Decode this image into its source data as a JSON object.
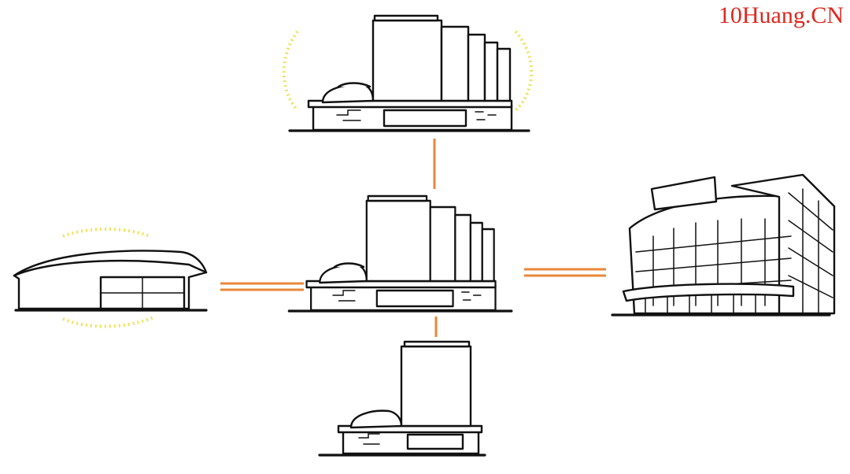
{
  "watermark": {
    "text": "10Huang.CN",
    "color": "#e0261e"
  },
  "colors": {
    "connector": "#e8883a",
    "glow": "#f1e25a",
    "ink": "#111111"
  },
  "nodes": [
    {
      "id": "factory-top",
      "icon": "factory-icon",
      "glow": true
    },
    {
      "id": "factory-center",
      "icon": "factory-icon",
      "glow": false
    },
    {
      "id": "factory-bottom",
      "icon": "factory-icon",
      "glow": false
    },
    {
      "id": "warehouse",
      "icon": "warehouse-icon",
      "glow": true
    },
    {
      "id": "office-building",
      "icon": "office-building-icon",
      "glow": false
    }
  ],
  "connections": [
    {
      "from": "factory-top",
      "to": "factory-center",
      "style": "single"
    },
    {
      "from": "factory-center",
      "to": "factory-bottom",
      "style": "single"
    },
    {
      "from": "warehouse",
      "to": "factory-center",
      "style": "double"
    },
    {
      "from": "factory-center",
      "to": "office-building",
      "style": "double"
    }
  ]
}
